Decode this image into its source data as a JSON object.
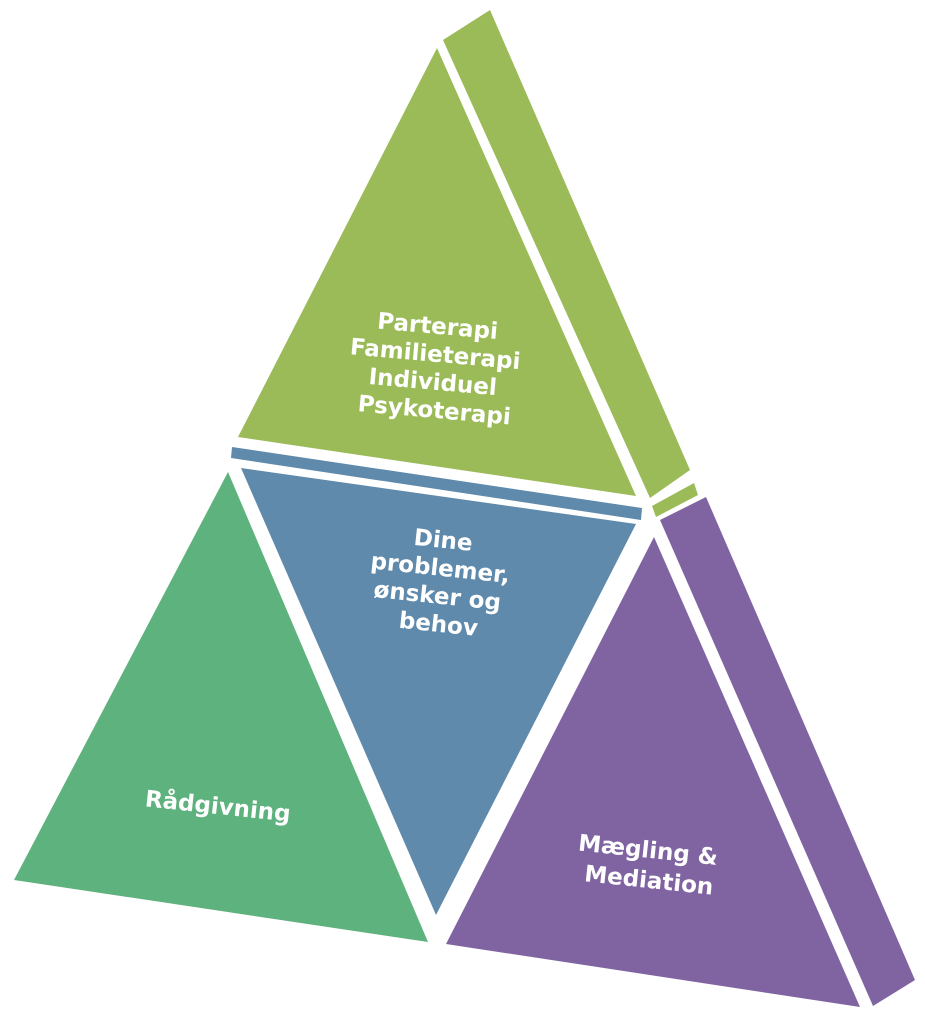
{
  "diagram": {
    "top": {
      "lines": [
        "Parterapi",
        "Familieterapi",
        "Individuel",
        "Psykoterapi"
      ],
      "color": "#9bbb59",
      "side_color": "#9bbb59"
    },
    "center": {
      "lines": [
        "Dine",
        "problemer,",
        "ønsker og",
        "behov"
      ],
      "color": "#5f8aab"
    },
    "left": {
      "lines": [
        "Rådgivning"
      ],
      "color": "#5eb27d"
    },
    "right": {
      "lines": [
        "Mægling &",
        "Mediation"
      ],
      "color": "#8064a2",
      "side_color": "#8064a2"
    }
  }
}
